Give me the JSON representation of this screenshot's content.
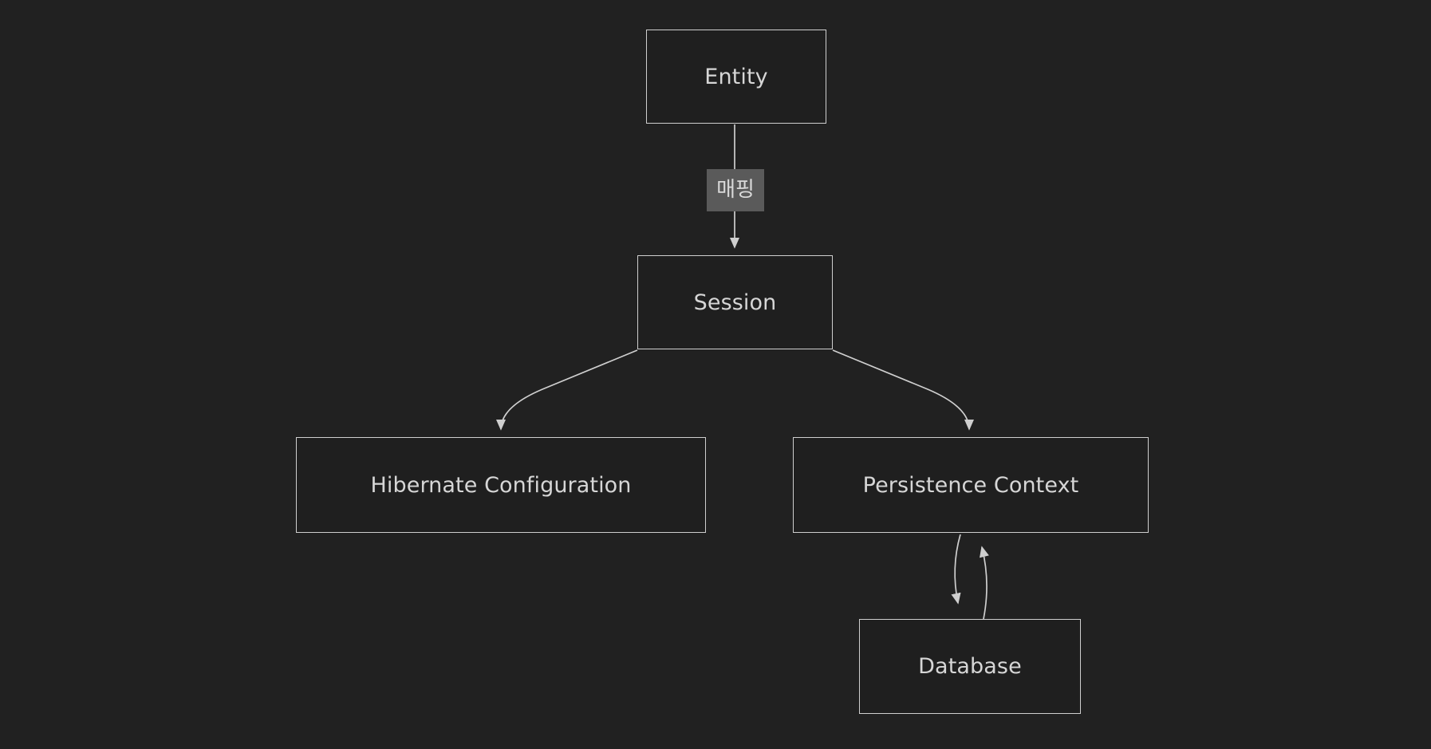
{
  "diagram": {
    "type": "flowchart",
    "direction": "top-down",
    "background_color": "#212121",
    "node_fill_color": "#1f1f1f",
    "node_border_color": "#cfcfcf",
    "text_color": "#d6d6d6",
    "edge_color": "#cfcfcf",
    "edge_label_background": "#5a5a5a",
    "nodes": [
      {
        "id": "entity",
        "label": "Entity"
      },
      {
        "id": "session",
        "label": "Session"
      },
      {
        "id": "hibernate_configuration",
        "label": "Hibernate Configuration"
      },
      {
        "id": "persistence_context",
        "label": "Persistence Context"
      },
      {
        "id": "database",
        "label": "Database"
      }
    ],
    "edges": [
      {
        "from": "entity",
        "to": "session",
        "label": "매핑",
        "arrow": "single"
      },
      {
        "from": "session",
        "to": "hibernate_configuration",
        "label": "",
        "arrow": "single"
      },
      {
        "from": "session",
        "to": "persistence_context",
        "label": "",
        "arrow": "single"
      },
      {
        "from": "persistence_context",
        "to": "database",
        "label": "",
        "arrow": "single"
      },
      {
        "from": "database",
        "to": "persistence_context",
        "label": "",
        "arrow": "single"
      }
    ]
  }
}
